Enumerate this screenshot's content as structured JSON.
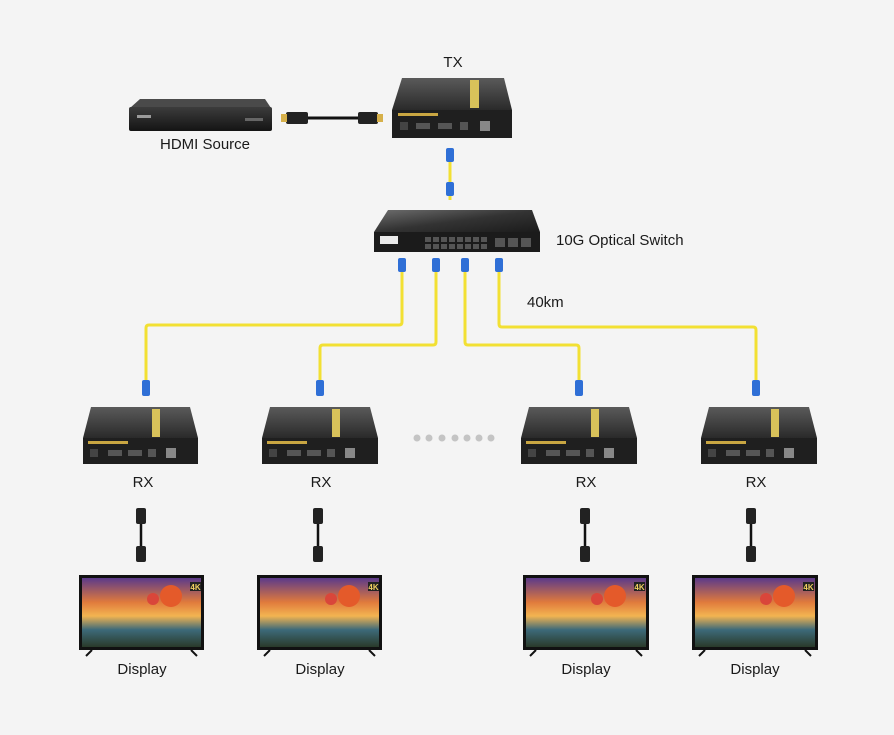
{
  "labels": {
    "tx": "TX",
    "hdmi_source": "HDMI Source",
    "switch": "10G Optical Switch",
    "distance": "40km",
    "rx": "RX",
    "display": "Display",
    "badge_4k": "4K"
  },
  "receivers": [
    {
      "rx_label": "RX",
      "display_label": "Display"
    },
    {
      "rx_label": "RX",
      "display_label": "Display"
    },
    {
      "rx_label": "RX",
      "display_label": "Display"
    },
    {
      "rx_label": "RX",
      "display_label": "Display"
    }
  ],
  "colors": {
    "background": "#f4f4f4",
    "fiber": "#f2e033",
    "connector": "#2f6fd6",
    "device": "#1f1f1f",
    "ellipsis_dots": "#c4c4c4"
  }
}
